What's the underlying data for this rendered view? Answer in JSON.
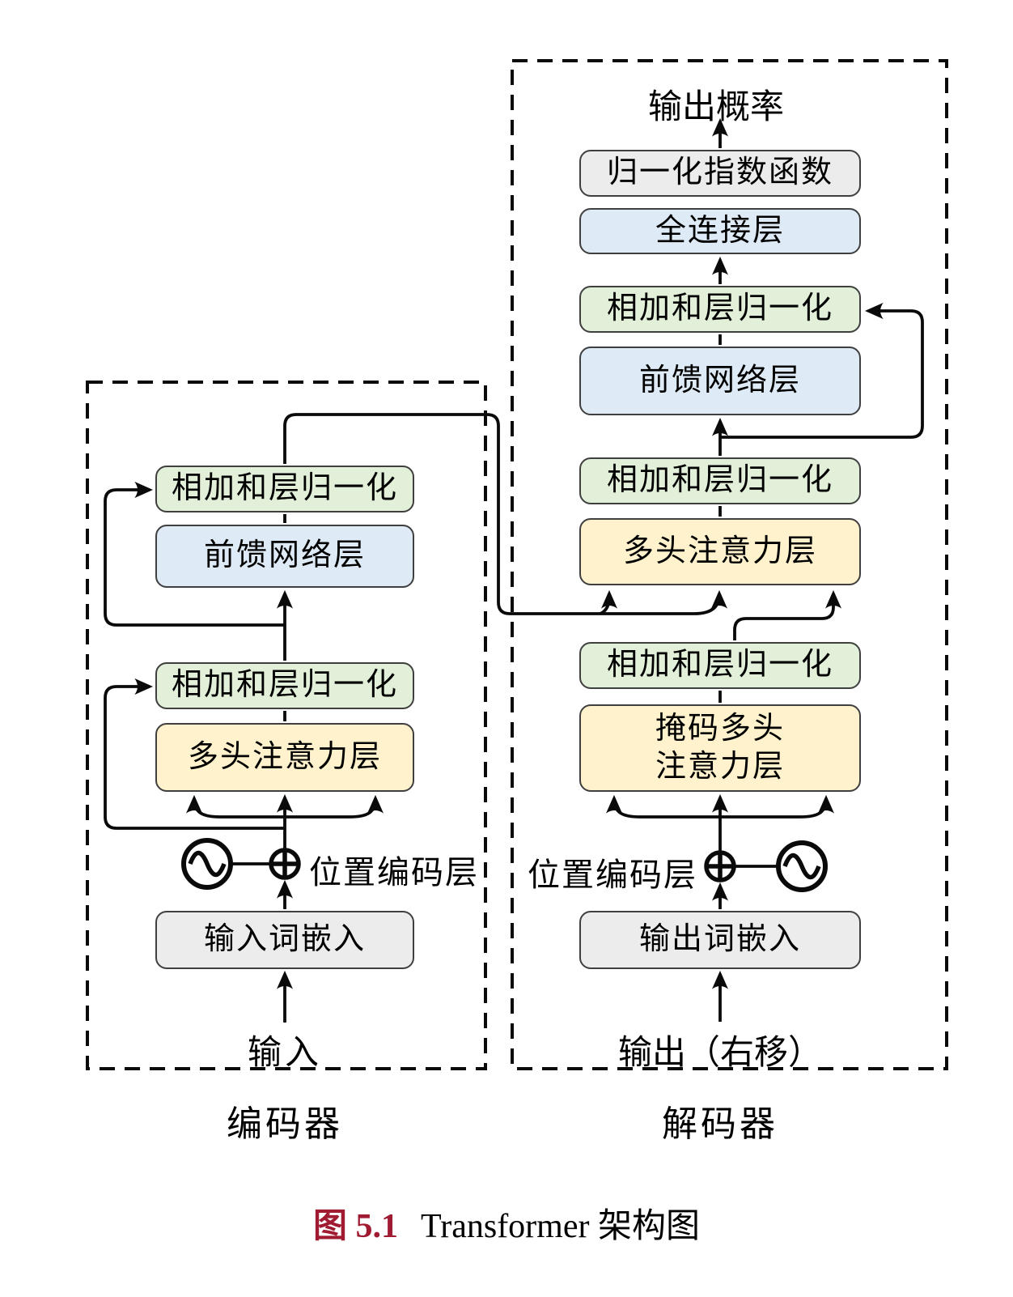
{
  "heading": {
    "output_probability": "输出概率"
  },
  "encoder": {
    "label": "编码器",
    "input_label": "输入",
    "pos_encoding_label": "位置编码层",
    "boxes": {
      "embed": "输入词嵌入",
      "mha": "多头注意力层",
      "addnorm1": "相加和层归一化",
      "ffn": "前馈网络层",
      "addnorm2": "相加和层归一化"
    }
  },
  "decoder": {
    "label": "解码器",
    "input_label": "输出（右移）",
    "pos_encoding_label": "位置编码层",
    "boxes": {
      "softmax": "归一化指数函数",
      "fc": "全连接层",
      "addnorm3": "相加和层归一化",
      "ffn": "前馈网络层",
      "addnorm2": "相加和层归一化",
      "cross_mha": "多头注意力层",
      "addnorm1": "相加和层归一化",
      "masked_mha_line1": "掩码多头",
      "masked_mha_line2": "注意力层",
      "embed": "输出词嵌入"
    }
  },
  "caption": {
    "number": "图 5.1",
    "text": "Transformer 架构图"
  },
  "colors": {
    "green": "#E2F0D9",
    "blue": "#DEEAF6",
    "yellow": "#FFF2CC",
    "gray": "#ECECEC",
    "line": "#0a0a0a",
    "caption_red": "#A01A32"
  }
}
